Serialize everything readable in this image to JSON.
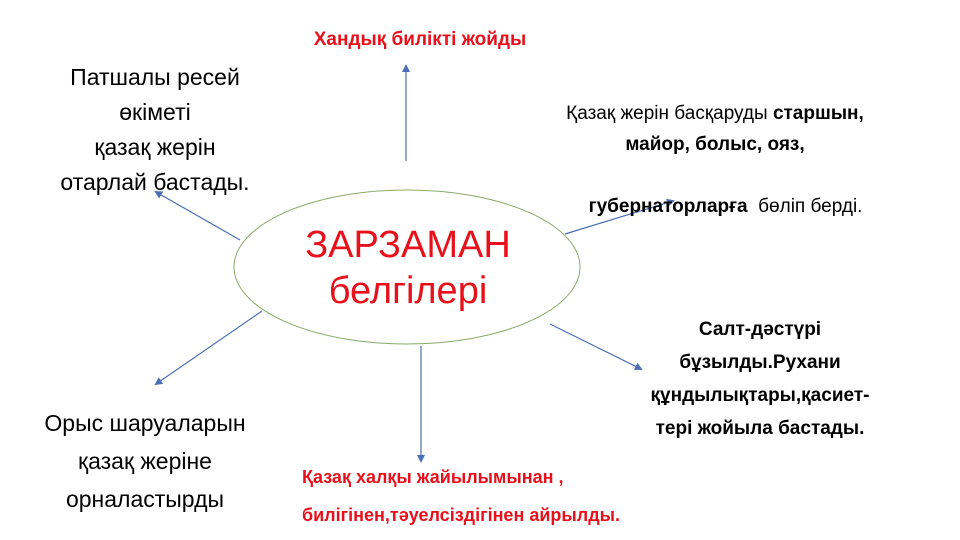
{
  "colors": {
    "accent_red": "#e8101a",
    "arrow_blue": "#4a6fb5",
    "ellipse_green": "#8aaa6a",
    "text": "#000000"
  },
  "center": {
    "line1": "ЗАРЗАМАН",
    "line2": "белгілері"
  },
  "nodes": {
    "top": {
      "text": "Хандық билікті жойды"
    },
    "top_left": {
      "lines": [
        "Патшалы ресей",
        "өкіметі",
        "қазақ жерін",
        "отарлай бастады."
      ]
    },
    "top_right": {
      "line1_normal": "Қазақ жерін басқаруды ",
      "line1_bold": "старшын,",
      "line2_bold": "майор, болыс, ояз,",
      "line3_bold": "губернаторларға",
      "line3_normal": "  бөліп берді."
    },
    "bottom_left": {
      "lines": [
        "Орыс шаруаларын",
        "қазақ жеріне",
        "орналастырды"
      ]
    },
    "bottom": {
      "lines": [
        "Қазақ халқы жайылымынан ,",
        "билігінен,тәуелсіздігінен айрылды."
      ]
    },
    "bottom_right": {
      "lines": [
        "Салт-дәстүрі",
        "бұзылды.Рухани",
        "құндылықтары,қасиет-",
        "тері жойыла бастады."
      ]
    }
  }
}
